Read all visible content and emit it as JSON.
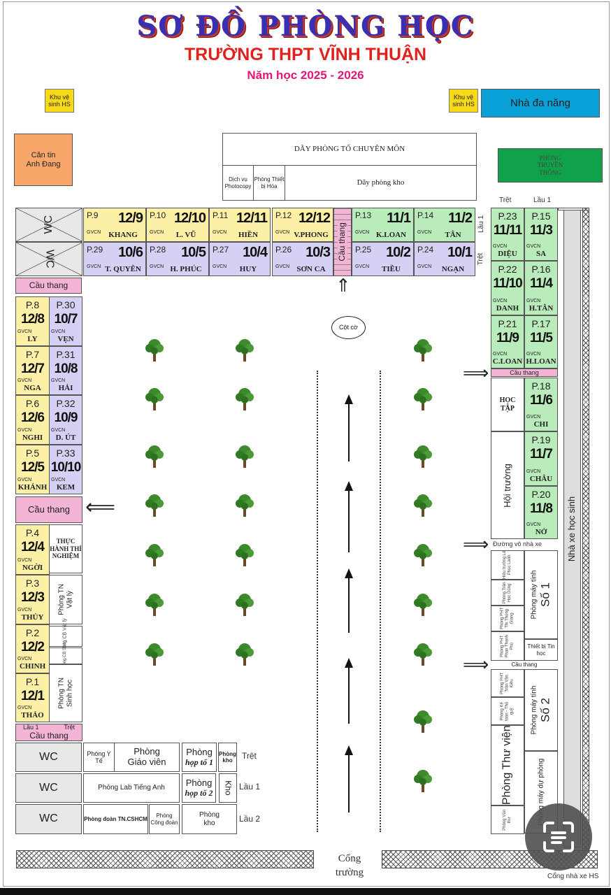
{
  "header": {
    "title": "SƠ ĐỒ PHÒNG HỌC",
    "school": "TRƯỜNG THPT VĨNH THUẬN",
    "year": "Năm học 2025 - 2026"
  },
  "top": {
    "khu_ve_sinh_left": "Khu vệ sinh HS",
    "khu_ve_sinh_right": "Khu vệ sinh HS",
    "nha_da_nang": "Nhà đa năng",
    "can_tin": "Căn tin Anh Đang",
    "to_chuyen_mon": "DÃY PHÒNG TỔ CHUYÊN MÔN",
    "photocopy": "Dịch vụ Photocopy",
    "thiet_bi_hoa": "Phòng Thiết bị Hóa",
    "day_phong_kho": "Dãy phòng kho",
    "truyen_thong": "PHÒNG TRUYỀN THỐNG"
  },
  "classrooms": [
    {
      "id": "p9",
      "room": "P.9",
      "class": "12/9",
      "label": "GVCN",
      "teacher": "KHANG"
    },
    {
      "id": "p10",
      "room": "P.10",
      "class": "12/10",
      "label": "GVCN",
      "teacher": "L. VŨ"
    },
    {
      "id": "p11",
      "room": "P.11",
      "class": "12/11",
      "label": "GVCN",
      "teacher": "HIỀN"
    },
    {
      "id": "p12",
      "room": "P.12",
      "class": "12/12",
      "label": "GVCN",
      "teacher": "V.PHONG"
    },
    {
      "id": "p13",
      "room": "P.13",
      "class": "11/1",
      "label": "GVCN",
      "teacher": "K.LOAN"
    },
    {
      "id": "p14",
      "room": "P.14",
      "class": "11/2",
      "label": "GVCN",
      "teacher": "TÂN"
    },
    {
      "id": "p29",
      "room": "P.29",
      "class": "10/6",
      "label": "GVCN",
      "teacher": "T. QUYÊN"
    },
    {
      "id": "p28",
      "room": "P.28",
      "class": "10/5",
      "label": "GVCN",
      "teacher": "H. PHÚC"
    },
    {
      "id": "p27",
      "room": "P.27",
      "class": "10/4",
      "label": "GVCN",
      "teacher": "HUY"
    },
    {
      "id": "p26",
      "room": "P.26",
      "class": "10/3",
      "label": "GVCN",
      "teacher": "SƠN CA"
    },
    {
      "id": "p25",
      "room": "P.25",
      "class": "10/2",
      "label": "GVCN",
      "teacher": "TIỀU"
    },
    {
      "id": "p24",
      "room": "P.24",
      "class": "10/1",
      "label": "GVCN",
      "teacher": "NGẠN"
    },
    {
      "id": "p8",
      "room": "P.8",
      "class": "12/8",
      "label": "GVCN",
      "teacher": "LY"
    },
    {
      "id": "p30",
      "room": "P.30",
      "class": "10/7",
      "label": "GVCN",
      "teacher": "VẸN"
    },
    {
      "id": "p7",
      "room": "P.7",
      "class": "12/7",
      "label": "GVCN",
      "teacher": "NGA"
    },
    {
      "id": "p31",
      "room": "P.31",
      "class": "10/8",
      "label": "GVCN",
      "teacher": "HẢI"
    },
    {
      "id": "p6",
      "room": "P.6",
      "class": "12/6",
      "label": "GVCN",
      "teacher": "NGHI"
    },
    {
      "id": "p32",
      "room": "P.32",
      "class": "10/9",
      "label": "GVCN",
      "teacher": "D. ÚT"
    },
    {
      "id": "p5",
      "room": "P.5",
      "class": "12/5",
      "label": "GVCN",
      "teacher": "KHÁNH"
    },
    {
      "id": "p33",
      "room": "P.33",
      "class": "10/10",
      "label": "GVCN",
      "teacher": "KEM"
    },
    {
      "id": "p4",
      "room": "P.4",
      "class": "12/4",
      "label": "GVCN",
      "teacher": "NGỜI"
    },
    {
      "id": "p3",
      "room": "P.3",
      "class": "12/3",
      "label": "GVCN",
      "teacher": "THỦY"
    },
    {
      "id": "p2",
      "room": "P.2",
      "class": "12/2",
      "label": "GVCN",
      "teacher": "CHINH"
    },
    {
      "id": "p1",
      "room": "P.1",
      "class": "12/1",
      "label": "GVCN",
      "teacher": "THẢO"
    },
    {
      "id": "p23",
      "room": "P.23",
      "class": "11/11",
      "label": "GVCN",
      "teacher": "DIỆU"
    },
    {
      "id": "p15",
      "room": "P.15",
      "class": "11/3",
      "label": "GVCN",
      "teacher": "SA"
    },
    {
      "id": "p22",
      "room": "P.22",
      "class": "11/10",
      "label": "GVCN",
      "teacher": "DANH"
    },
    {
      "id": "p16",
      "room": "P.16",
      "class": "11/4",
      "label": "GVCN",
      "teacher": "H.TÂN"
    },
    {
      "id": "p21",
      "room": "P.21",
      "class": "11/9",
      "label": "GVCN",
      "teacher": "C.LOAN"
    },
    {
      "id": "p17",
      "room": "P.17",
      "class": "11/5",
      "label": "GVCN",
      "teacher": "H.LOAN"
    },
    {
      "id": "p18",
      "room": "P.18",
      "class": "11/6",
      "label": "GVCN",
      "teacher": "CHI"
    },
    {
      "id": "p19",
      "room": "P.19",
      "class": "11/7",
      "label": "GVCN",
      "teacher": "CHÂU"
    },
    {
      "id": "p20",
      "room": "P.20",
      "class": "11/8",
      "label": "GVCN",
      "teacher": "NỞ"
    }
  ],
  "common": {
    "wc": "WC",
    "cau_thang": "Cầu thang",
    "tret": "Trệt",
    "lau1": "Lầu 1",
    "lau2": "Lầu 2",
    "cot_co": "Cột cờ",
    "cong_truong": "Cổng trường",
    "cong_nha_xe": "Cổng nhà xe HS",
    "nha_xe": "Nhà xe học sinh",
    "duong_vo_nha_xe": "Đường vô nhà xe"
  },
  "left": {
    "thuc_hanh": "THỰC HÀNH THÍ NGHIỆM",
    "tn_vat_ly": "Phòng TN Vật lý",
    "cb_vat_ly": "Phòng CB Vật lý",
    "cb_sinh": "Phòng CB Sinh",
    "tn_sinh": "Phòng TN Sinh học"
  },
  "bottom": {
    "y_te": "Phòng Y Tế",
    "giao_vien": "Phòng Giáo viên",
    "hop_to_1_a": "Phòng",
    "hop_to_1_b": "họp tổ 1",
    "phong_kho_small": "Phòng kho",
    "lab": "Phòng Lab Tiếng Anh",
    "hop_to_2_a": "Phòng",
    "hop_to_2_b": "họp tổ 2",
    "kho": "Kho",
    "doan": "Phòng đoàn TN.CSHCM",
    "cong_doan": "Phòng Công đoàn",
    "phong_kho": "Phòng kho"
  },
  "right": {
    "hoc_tap": "HỌC TẬP",
    "hoi_truong": "Hội trường",
    "office1": "Hiệu trưởng Lê Phúc Lành",
    "office2": "Phòng Trần Học Dũng",
    "office3": "Phòng PHT Thi Thùng Giang",
    "office4": "Phòng PHT Phan Thanh Phú",
    "may_tinh_1": "Phòng máy tính",
    "so_1": "Số 1",
    "thiet_bi_tin": "Thiết bị Tin học",
    "office5": "Phòng PHT Trần Văn Kiều",
    "office6": "Phòng Kế toán - Thủ quỹ",
    "may_tinh_2": "Phòng máy tính",
    "so_2": "Số 2",
    "thu_vien": "Phòng Thư viện",
    "may_du_phong": "Phòng máy dự phòng",
    "van_thu": "Phòng Văn thư"
  },
  "colors": {
    "grade12": "#fcefa6",
    "grade10": "#d5d1f4",
    "grade11": "#b9ebbb",
    "stairs": "#f4b4d6"
  }
}
